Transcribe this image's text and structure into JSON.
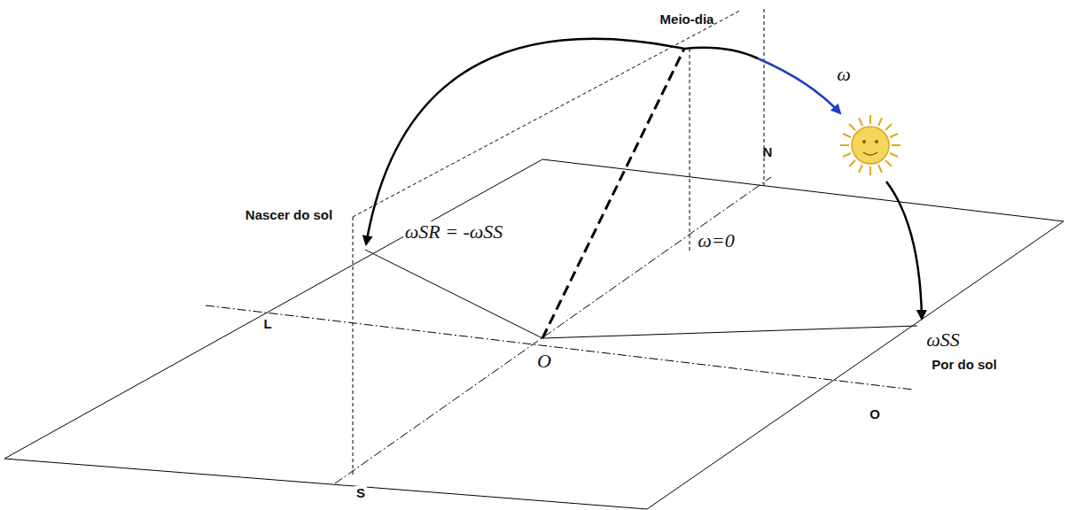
{
  "diagram": {
    "labels": [
      "Meio-dia",
      "ω",
      "N",
      "Nascer do sol",
      "ωSR = -ωSS",
      "ω=0",
      "L",
      "O",
      "ωSS",
      "Por do sol",
      "O",
      "S"
    ]
  }
}
